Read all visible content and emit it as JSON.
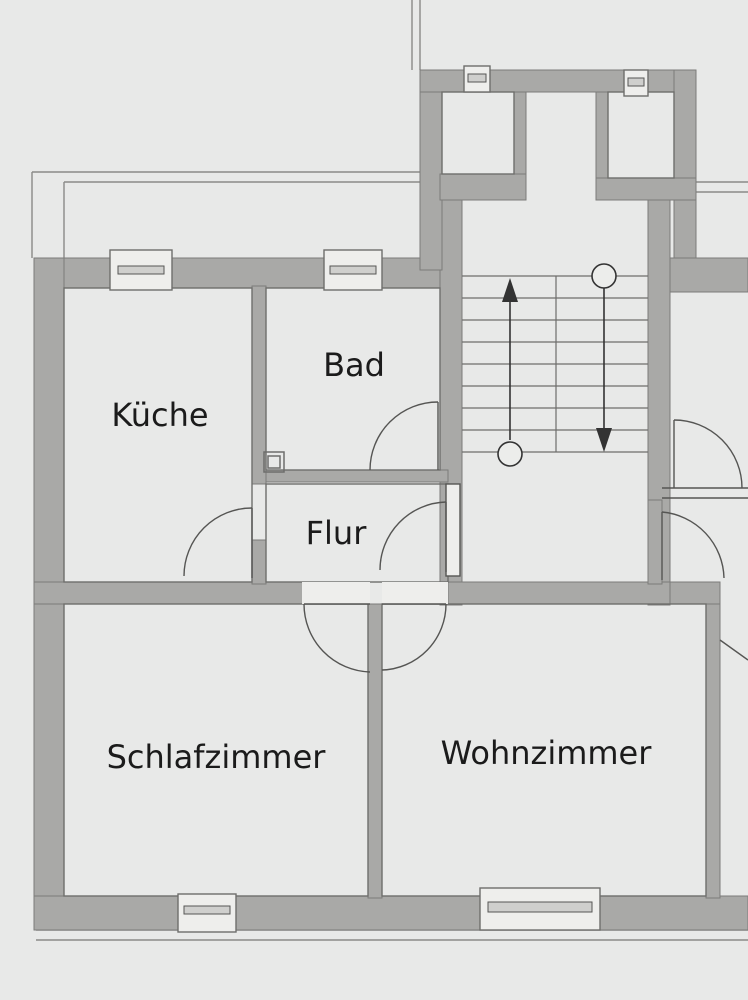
{
  "rooms": {
    "kitchen": "Küche",
    "bathroom": "Bad",
    "hallway": "Flur",
    "bedroom": "Schlafzimmer",
    "living_room": "Wohnzimmer"
  },
  "colors": {
    "paper": "#ecedeb",
    "wall": "#a9a9a7",
    "line": "#777775",
    "text": "#1b1b1b"
  }
}
